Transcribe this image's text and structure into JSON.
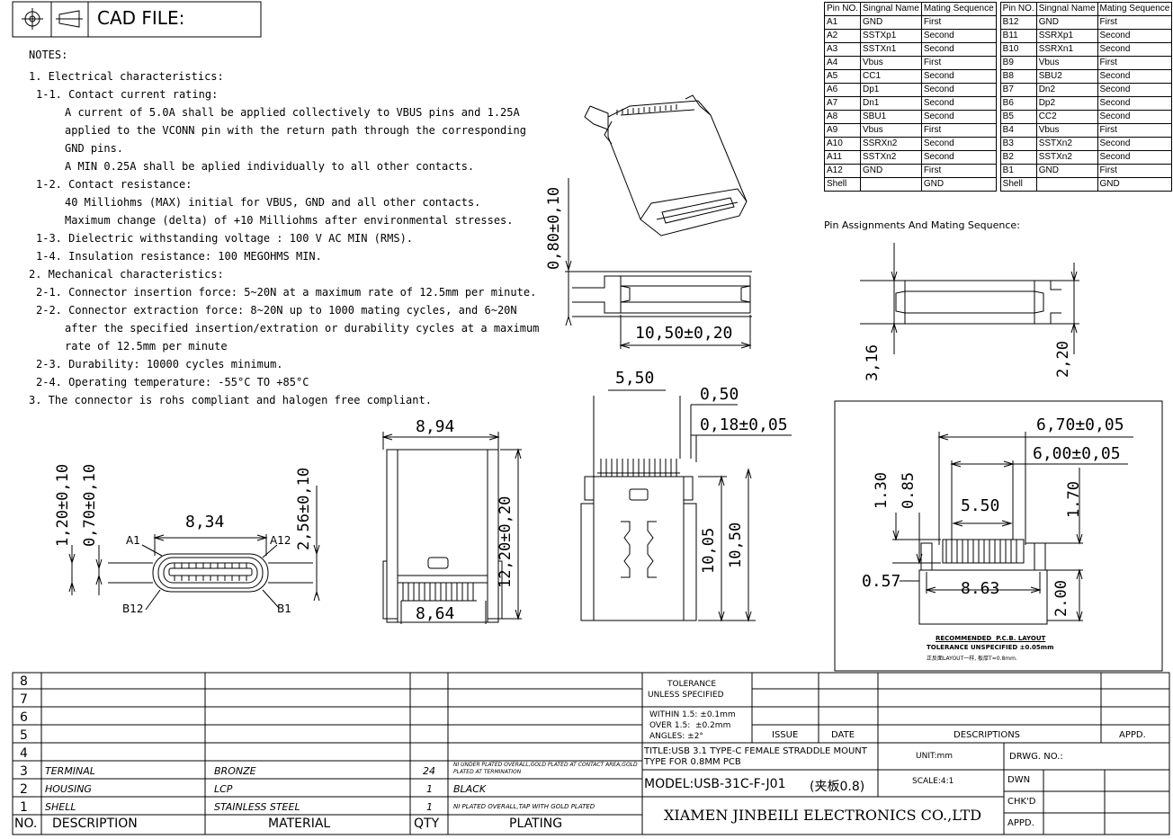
{
  "header": {
    "title": "CAD FILE:"
  },
  "notes": {
    "heading": "NOTES:",
    "lines": [
      "1. Electrical characteristics:",
      "1-1. Contact current rating:",
      "A current of 5.0A shall be applied collectively to VBUS pins and 1.25A",
      "applied to the VCONN pin with the return path through the corresponding",
      "GND pins.",
      "A MIN 0.25A shall be aplied individually to all other contacts.",
      "1-2. Contact resistance:",
      "40 Milliohms (MAX) initial for VBUS, GND and all other contacts.",
      "Maximum change (delta) of +10 Milliohms after environmental stresses.",
      "1-3. Dielectric withstanding voltage : 100 V AC MIN (RMS).",
      "1-4. Insulation resistance: 100 MEGOHMS MIN.",
      "2. Mechanical characteristics:",
      "2-1. Connector insertion force: 5~20N at a maximum rate of 12.5mm per minute.",
      "2-2. Connector extraction force: 8~20N up to 1000 mating cycles, and 6~20N",
      "after the specified insertion/extration or durability cycles at a maximum",
      "rate of 12.5mm per minute",
      "2-3. Durability: 10000 cycles minimum.",
      "2-4. Operating temperature: -55°C TO +85°C",
      "3. The connector is rohs compliant and halogen free compliant."
    ]
  },
  "pin_table": {
    "headers": [
      "Pin NO.",
      "Singnal Name",
      "Mating Sequence",
      "Pin NO.",
      "Singnal Name",
      "Mating Sequence"
    ],
    "rows": [
      [
        "A1",
        "GND",
        "First",
        "B12",
        "GND",
        "First"
      ],
      [
        "A2",
        "SSTXp1",
        "Second",
        "B11",
        "SSRXp1",
        "Second"
      ],
      [
        "A3",
        "SSTXn1",
        "Second",
        "B10",
        "SSRXn1",
        "Second"
      ],
      [
        "A4",
        "Vbus",
        "First",
        "B9",
        "Vbus",
        "First"
      ],
      [
        "A5",
        "CC1",
        "Second",
        "B8",
        "SBU2",
        "Second"
      ],
      [
        "A6",
        "Dp1",
        "Second",
        "B7",
        "Dn2",
        "Second"
      ],
      [
        "A7",
        "Dn1",
        "Second",
        "B6",
        "Dp2",
        "Second"
      ],
      [
        "A8",
        "SBU1",
        "Second",
        "B5",
        "CC2",
        "Second"
      ],
      [
        "A9",
        "Vbus",
        "First",
        "B4",
        "Vbus",
        "First"
      ],
      [
        "A10",
        "SSRXn2",
        "Second",
        "B3",
        "SSTXn2",
        "Second"
      ],
      [
        "A11",
        "SSTXn2",
        "Second",
        "B2",
        "SSTXn2",
        "Second"
      ],
      [
        "A12",
        "GND",
        "First",
        "B1",
        "GND",
        "First"
      ],
      [
        "Shell",
        "",
        "GND",
        "Shell",
        "",
        "GND"
      ]
    ],
    "caption": "Pin Assignments And Mating Sequence:"
  },
  "dimensions": {
    "front_h1": "1,20±0,10",
    "front_h2": "0,70±0,10",
    "front_w": "8,34",
    "front_h3": "2,56±0,10",
    "front_a1": "A1",
    "front_a12": "A12",
    "front_b12": "B12",
    "front_b1": "B1",
    "top_w1": "8,94",
    "top_h": "12,20±0,20",
    "top_w2": "8,64",
    "side_w1": "5,50",
    "side_w2": "0,50",
    "side_w3": "0,18±0,05",
    "side_h1": "10,05",
    "side_h2": "10,50",
    "iso_h": "0,80±0,10",
    "side2_w": "10,50±0,20",
    "end_h1": "3,16",
    "end_h2": "2,20",
    "pcb_w1": "6,70±0,05",
    "pcb_w2": "6,00±0,05",
    "pcb_h1": "1.30",
    "pcb_h2": "0.85",
    "pcb_w3": "5.50",
    "pcb_h3": "1.70",
    "pcb_w4": "0.57",
    "pcb_w5": "8.63",
    "pcb_h4": "2.00",
    "pcb_caption1": "RECOMMENDED  P.C.B. LAYOUT",
    "pcb_caption2": "TOLERANCE UNSPECIFIED ±0.05mm",
    "pcb_caption3": "正反面LAYOUT一样, 板厚T=0.8mm."
  },
  "title_block": {
    "row_numbers": [
      "8",
      "7",
      "6",
      "5",
      "4",
      "3",
      "2",
      "1"
    ],
    "bom": [
      {
        "no": "3",
        "desc": "TERMINAL",
        "material": "BRONZE",
        "qty": "24",
        "plating": "NI UNDER PLATED OVERALL,GOLD PLATED AT CONTACT AREA,GOLD PLATED AT TERMINATION"
      },
      {
        "no": "2",
        "desc": "HOUSING",
        "material": "LCP",
        "qty": "1",
        "plating": "BLACK"
      },
      {
        "no": "1",
        "desc": "SHELL",
        "material": "STAINLESS STEEL",
        "qty": "1",
        "plating": "NI PLATED OVERALL,TAP WITH GOLD PLATED"
      }
    ],
    "footer": {
      "no": "NO.",
      "desc": "DESCRIPTION",
      "material": "MATERIAL",
      "qty": "QTY",
      "plating": "PLATING"
    },
    "tolerance": {
      "title1": "TOLERANCE",
      "title2": "UNLESS SPECIFIED",
      "within": "WITHIN 1.5: ±0.1mm",
      "over": "OVER 1.5:  ±0.2mm",
      "angles": "ANGLES: ±2°"
    },
    "rev_headers": {
      "issue": "ISSUE",
      "date": "DATE",
      "desc": "DESCRIPTIONS",
      "appd": "APPD."
    },
    "part_title": "TITLE:USB 3.1 TYPE-C FEMALE STRADDLE MOUNT TYPE FOR 0.8MM PCB",
    "model": "MODEL:USB-31C-F-J01",
    "model_note": "(夹板0.8)",
    "unit": "UNIT:mm",
    "scale": "SCALE:4:1",
    "drwg": "DRWG. NO.:",
    "dwn": "DWN",
    "chkd": "CHK'D",
    "appd2": "APPD.",
    "company": "XIAMEN JINBEILI ELECTRONICS CO.,LTD"
  }
}
